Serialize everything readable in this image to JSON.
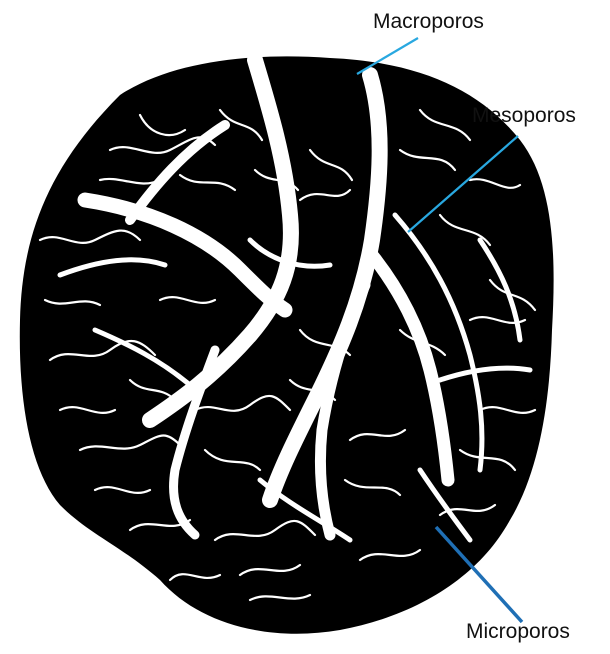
{
  "labels": {
    "macro": "Macroporos",
    "meso": "Mesoporos",
    "micro": "Microporos"
  },
  "colors": {
    "background": "#ffffff",
    "particle": "#000000",
    "pores": "#ffffff",
    "leader_light": "#29a8e0",
    "leader_dark": "#1f6fb5",
    "text": "#111111"
  }
}
